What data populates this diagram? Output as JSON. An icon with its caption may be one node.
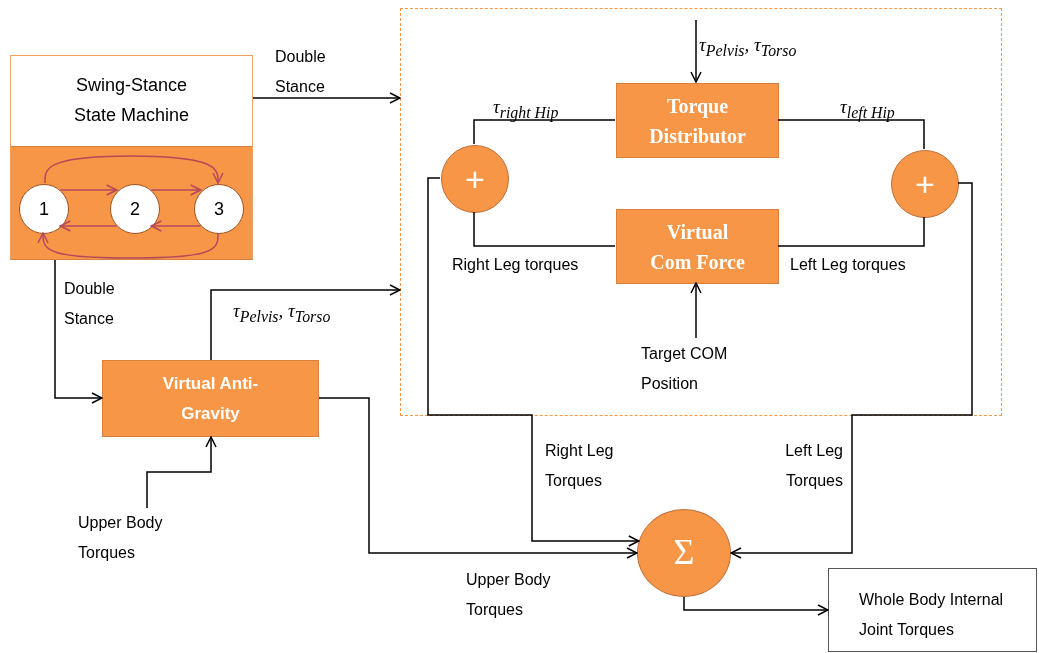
{
  "diagram": {
    "nodes": [
      {
        "text": [
          "Swing-Stance State Machine"
        ]
      },
      {
        "text": [
          "1"
        ],
        "in": 0
      },
      {
        "text": [
          "2"
        ],
        "in": 0
      },
      {
        "text": [
          "3"
        ],
        "in": 0
      },
      {
        "text": [],
        "shape": "box"
      },
      {
        "text": [
          "Torque Distributor"
        ],
        "in": 4
      },
      {
        "text": [
          "+"
        ],
        "in": 4
      },
      {
        "text": [
          "+"
        ],
        "in": 4
      },
      {
        "text": [
          "Virtual Com Force"
        ],
        "in": 4
      },
      {
        "text": [
          "Target COM Position"
        ],
        "in": 4
      },
      {
        "text": [
          "Virtual Anti-Gravity"
        ]
      },
      {
        "text": [
          "Upper Body Torques"
        ]
      },
      {
        "text": [
          "Σ"
        ]
      },
      {
        "text": [
          "Whole Body Internal Joint Torques"
        ]
      }
    ],
    "edges": [
      {
        "from": 1,
        "to": 2,
        "arrow": "to",
        "color": "#b5485c"
      },
      {
        "from": 2,
        "to": 3,
        "arrow": "to",
        "color": "#b5485c"
      },
      {
        "from": 3,
        "to": 2,
        "arrow": "to",
        "color": "#b5485c"
      },
      {
        "from": 2,
        "to": 1,
        "arrow": "to",
        "color": "#b5485c"
      },
      {
        "from": 1,
        "to": 3,
        "arrow": "to",
        "color": "#b5485c"
      },
      {
        "from": 3,
        "to": 1,
        "arrow": "to",
        "color": "#b5485c"
      },
      {
        "from": 0,
        "to": 4,
        "arrow": "to",
        "label": "Double Stance"
      },
      {
        "from": 0,
        "to": 10,
        "arrow": "to",
        "label": "Double Stance"
      },
      {
        "from": 10,
        "to": 4,
        "arrow": "to",
        "label": "τ$_{Pelvis}$, τ$_{Torso}$"
      },
      {
        "from": null,
        "to": 5,
        "arrow": "to",
        "label": "τ$_{Pelvis}$, τ$_{Torso}$"
      },
      {
        "from": 5,
        "to": 6,
        "arrow": "none",
        "label": "τ$_{right Hip}$"
      },
      {
        "from": 5,
        "to": 7,
        "arrow": "none",
        "label": "τ$_{left Hip}$"
      },
      {
        "from": 8,
        "to": 6,
        "arrow": "none",
        "label": "Right Leg torques"
      },
      {
        "from": 8,
        "to": 7,
        "arrow": "none",
        "label": "Left Leg torques"
      },
      {
        "from": 9,
        "to": 8,
        "arrow": "to"
      },
      {
        "from": 11,
        "to": 10,
        "arrow": "to"
      },
      {
        "from": 6,
        "to": 12,
        "arrow": "to",
        "label": "Right Leg Torques"
      },
      {
        "from": 7,
        "to": 12,
        "arrow": "to",
        "label": "Left Leg Torques"
      },
      {
        "from": 10,
        "to": 12,
        "arrow": "to",
        "label": "Upper Body Torques"
      },
      {
        "from": 12,
        "to": 13,
        "arrow": "to"
      }
    ]
  }
}
